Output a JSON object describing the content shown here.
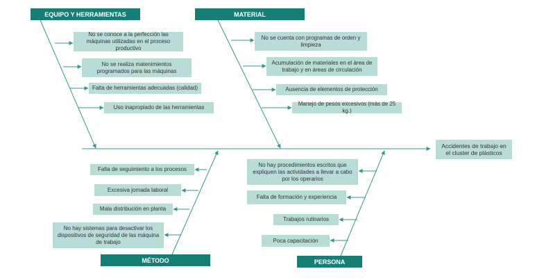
{
  "effect": "Accidentes de trabajo en el cluster de plásticos",
  "categories": {
    "equipo": {
      "title": "EQUIPO Y HERRAMIENTAS",
      "causes": [
        "No se conoce a la perfección las máquinas utilizadas en el proceso productivo",
        "No se realiza matenimientos programados para las máquinas",
        "Falta de herramientas adecuadas (calidad)",
        "Uso inapropiado de las herramientas"
      ]
    },
    "material": {
      "title": "MATERIAL",
      "causes": [
        "No se cuenta con programas de orden y limpieza",
        "Acumulación de materiales en el área de trabajo y en áreas de circulación",
        "Ausencia de elementos de protección",
        "Manejo de pesos excesivos (más de 25 kg.)"
      ]
    },
    "metodo": {
      "title": "MÉTODO",
      "causes": [
        "Falta de seguimiento a los procesos",
        "Excesiva jornada laboral",
        "Mala distribución en planta",
        "No hay sistemas para desactivar los dispositivos de seguridad de las máquina de trabajo"
      ]
    },
    "persona": {
      "title": "PERSONA",
      "causes": [
        "No hay procedimientos escritos que expliquen las actividades a llevar a cabo por los operarios",
        "Falta de formación y experiencia",
        "Trabajos rutinarios",
        "Poca capacitación"
      ]
    }
  },
  "colors": {
    "header": "#157f76",
    "box": "#b8dcd6",
    "line": "#2f9a8e"
  }
}
